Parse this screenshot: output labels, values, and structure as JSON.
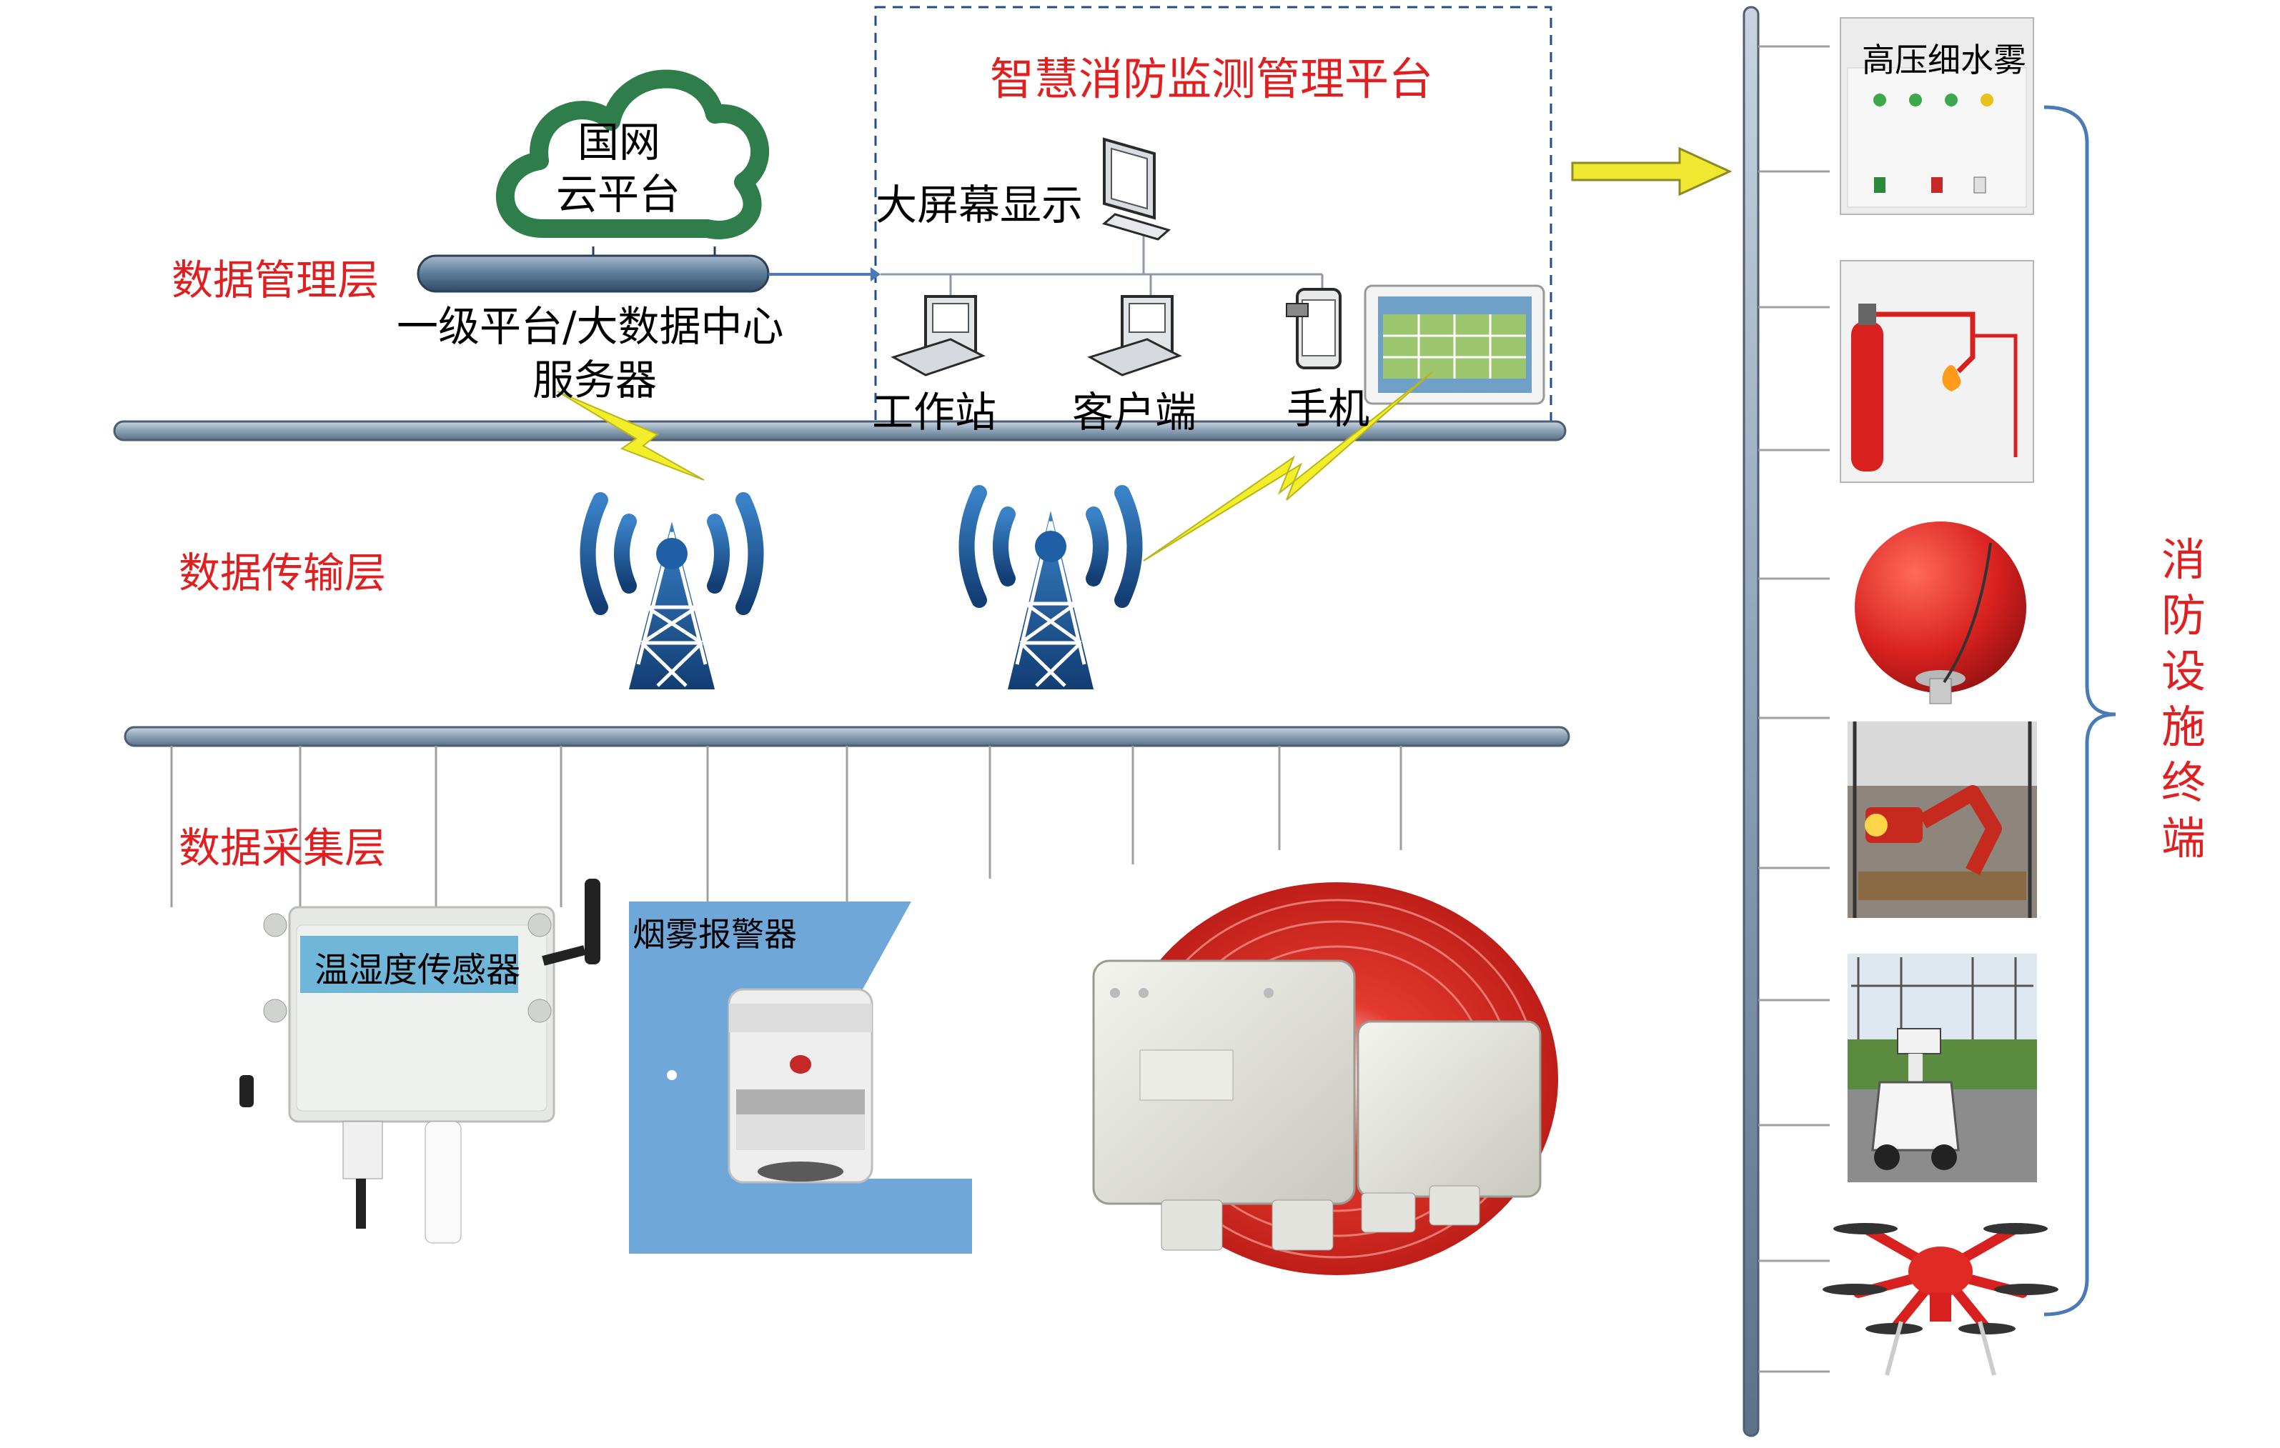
{
  "platform_title": "智慧消防监测管理平台",
  "cloud": {
    "line1": "国网",
    "line2": "云平台"
  },
  "server": {
    "line1": "一级平台/大数据中心",
    "line2": "服务器"
  },
  "big_screen": "大屏幕显示",
  "workstation": "工作站",
  "client": "客户端",
  "phone": "手机",
  "layers": {
    "management": "数据管理层",
    "transmission": "数据传输层",
    "collection": "数据采集层"
  },
  "sensors": {
    "temp_humidity": "温湿度传感器",
    "smoke": "烟雾报警器"
  },
  "terminal_group_label": [
    "消",
    "防",
    "设",
    "施",
    "终",
    "端"
  ],
  "terminals": {
    "water_mist": "高压细水雾"
  },
  "colors": {
    "label_red": "#e02020",
    "tower_blue": "#1f5fa6",
    "bus_gray": "#7f93a8",
    "lightning_yellow": "#f2ee2a",
    "arrow_yellow": "#f0e830",
    "extinguisher_red": "#d8211f",
    "panel_blue": "#6fa8d8"
  }
}
